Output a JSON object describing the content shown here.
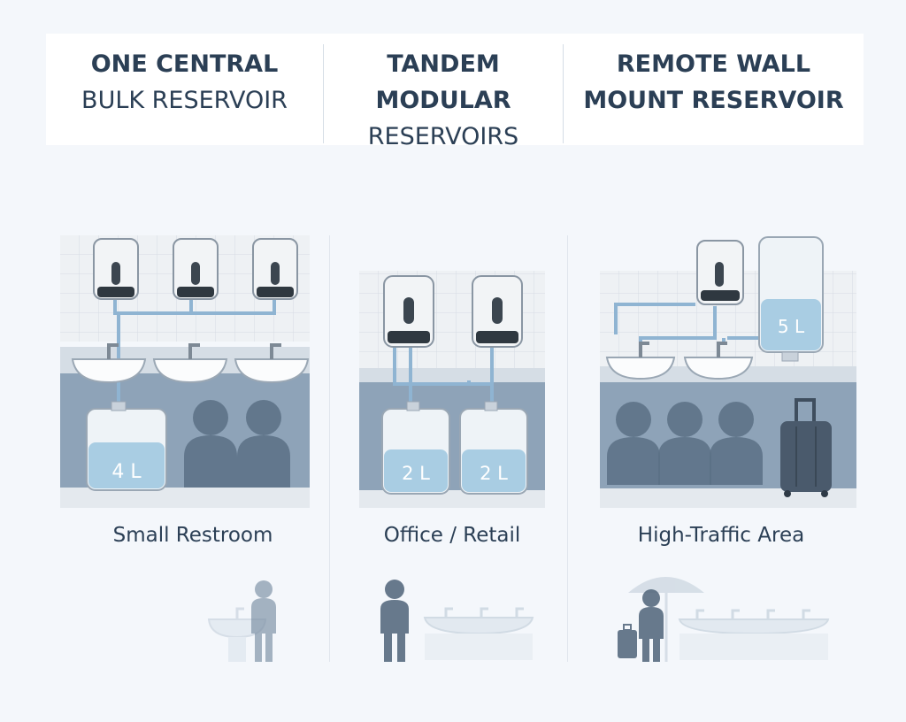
{
  "columns": [
    {
      "title_lines": [
        "ONE CENTRAL",
        "BULK RESERVOIR"
      ],
      "reservoir_labels": [
        "4 L"
      ],
      "caption": "Small Restroom"
    },
    {
      "title_lines": [
        "TANDEM",
        "MODULAR",
        "RESERVOIRS"
      ],
      "reservoir_labels": [
        "2 L",
        "2 L"
      ],
      "caption": "Office / Retail"
    },
    {
      "title_lines": [
        "REMOTE WALL",
        "MOUNT RESERVOIR"
      ],
      "reservoir_labels": [
        "5 L"
      ],
      "caption": "High-Traffic Area"
    }
  ],
  "colors": {
    "title": "#2b3f55",
    "pipe": "#8fb4d2",
    "liquid": "#a9cde3",
    "wall_lower": "#8ea3b8",
    "silhouette": "#5b7085"
  },
  "icons": [
    "soap-dispenser-icon",
    "sink-icon",
    "person-silhouette-icon",
    "suitcase-icon",
    "umbrella-icon"
  ]
}
